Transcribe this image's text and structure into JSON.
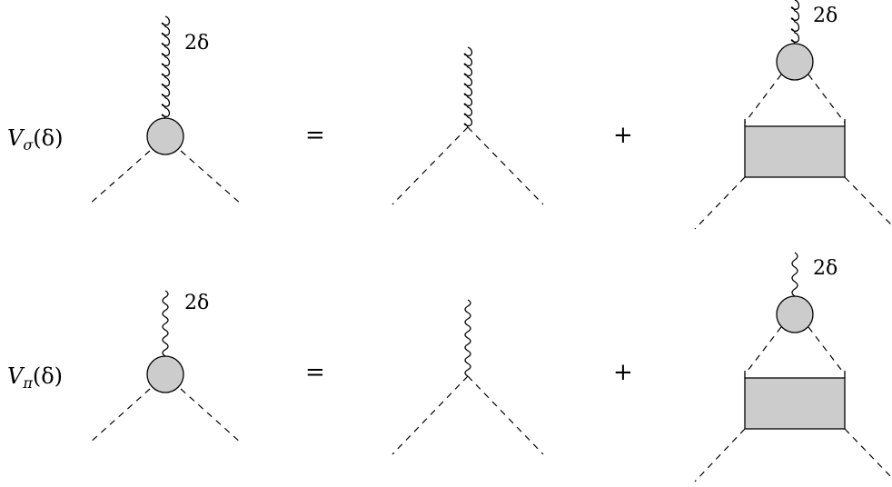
{
  "rows": [
    {
      "name": "sigma",
      "lhs": {
        "symbol": "V",
        "subscript": "σ",
        "argument": "(δ)"
      },
      "boson": "gluon",
      "momentum_label": "2δ"
    },
    {
      "name": "pi",
      "lhs": {
        "symbol": "V",
        "subscript": "π",
        "argument": "(δ)"
      },
      "boson": "photon",
      "momentum_label": "2δ"
    }
  ],
  "operators": {
    "equals": "=",
    "plus": "+"
  },
  "colors": {
    "blob_fill": "#cccccc",
    "line": "#000000"
  }
}
